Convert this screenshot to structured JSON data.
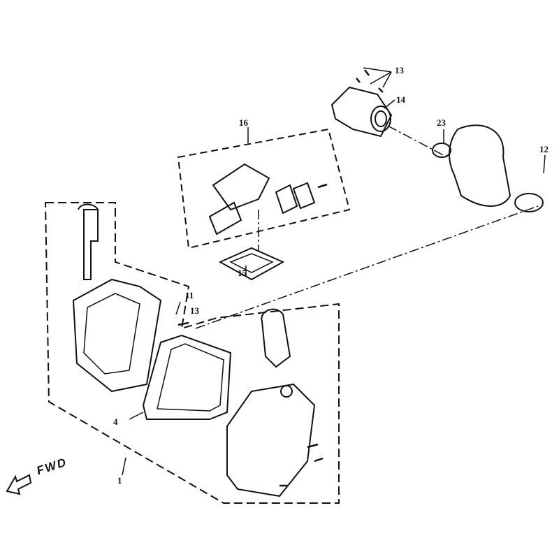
{
  "diagram": {
    "fwd_label": "FWD",
    "callouts": [
      {
        "id": "c13a",
        "text": "13"
      },
      {
        "id": "c14",
        "text": "14"
      },
      {
        "id": "c16",
        "text": "16"
      },
      {
        "id": "c23",
        "text": "23"
      },
      {
        "id": "c12",
        "text": "12"
      },
      {
        "id": "c11",
        "text": "11"
      },
      {
        "id": "c13b",
        "text": "13"
      },
      {
        "id": "c15",
        "text": "15"
      },
      {
        "id": "c4",
        "text": "4"
      },
      {
        "id": "c1",
        "text": "1"
      }
    ]
  }
}
